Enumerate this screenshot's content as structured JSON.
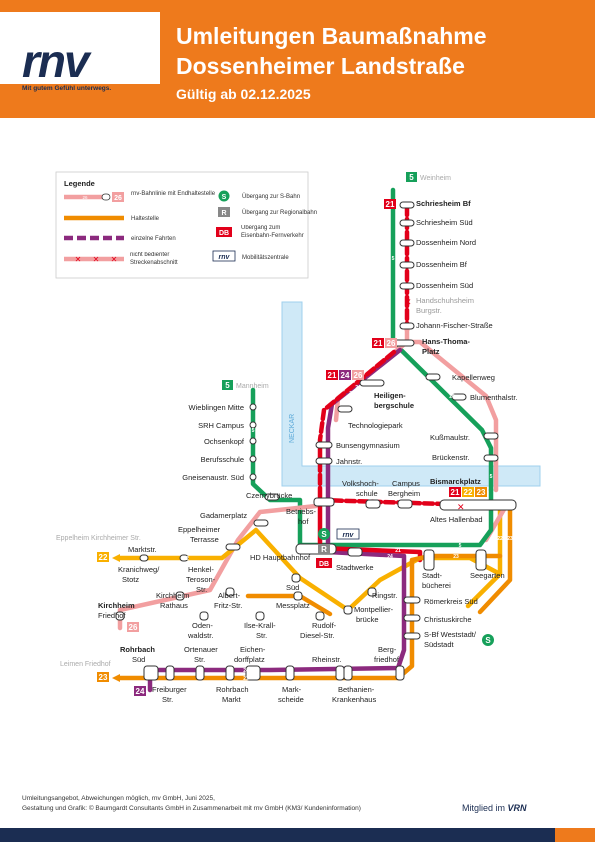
{
  "header": {
    "logo": "rnv",
    "slogan": "Mit gutem Gefühl unterwegs.",
    "title_line1": "Umleitungen Baumaßnahme",
    "title_line2": "Dossenheimer Landstraße",
    "valid": "Gültig ab 02.12.2025"
  },
  "colors": {
    "brand_orange": "#ee7a1c",
    "brand_navy": "#1b2d52",
    "line5": "#16a05a",
    "line21": "#e2001a",
    "line22": "#f9b000",
    "line23": "#f08c00",
    "line24": "#8c2a7e",
    "line26": "#f29fa0",
    "water": "#cfe9f7"
  },
  "legend": {
    "title": "Legende",
    "items": [
      {
        "text": "rnv-Bahnlinie mit Endhaltestelle",
        "line_num": "26",
        "badge": "26"
      },
      {
        "text": "Haltestelle"
      },
      {
        "text": "einzelne Fahrten"
      },
      {
        "text": "nicht bedienter Streckenabschnitt"
      }
    ],
    "right_items": [
      {
        "symbol": "S",
        "text": "Übergang zur S-Bahn"
      },
      {
        "symbol": "R",
        "text": "Übergang zur Regionalbahn"
      },
      {
        "symbol": "DB",
        "text": "Übergang zum Eisenbahn-Fernverkehr"
      },
      {
        "symbol": "rnv",
        "text": "Mobilitätszentrale"
      }
    ]
  },
  "river": {
    "name": "NECKAR"
  },
  "direction_labels": {
    "weinheim": "Weinheim",
    "mannheim": "Mannheim",
    "eppelheim": "Eppelheim Kirchheimer Str.",
    "leimen": "Leimen Friedhof"
  },
  "line_badges": {
    "b5_weinheim": "5",
    "b21_schriesheim": "21",
    "b21_hth": "21",
    "b26_hth": "26",
    "b21_heil": "21",
    "b24_heil": "24",
    "b26_heil": "26",
    "b5_mannheim": "5",
    "b21_bis": "21",
    "b22_bis": "22",
    "b23_bis": "23",
    "b22_eppel": "22",
    "b26_kirch": "26",
    "b23_leimen": "23",
    "b24_rohr": "24"
  },
  "line_labels": {
    "l5a": "5",
    "l5b": "5",
    "l5c": "5",
    "l5d": "5",
    "l21a": "21",
    "l24a": "24",
    "l26a": "26",
    "l22a": "22",
    "l23a": "23",
    "l24b": "24",
    "l21b": "21",
    "l22b": "22",
    "l23b": "23",
    "l24c": "24",
    "l23c": "23"
  },
  "stations": {
    "schriesheim_bf": "Schriesheim Bf",
    "schriesheim_sued": "Schriesheim Süd",
    "dossenheim_nord": "Dossenheim Nord",
    "dossenheim_bf": "Dossenheim Bf",
    "dossenheim_sued": "Dossenheim Süd",
    "handschuhsheim_1": "Handschuhsheim",
    "handschuhsheim_2": "Burgstr.",
    "johann_fischer": "Johann-Fischer-Straße",
    "hans_thoma_1": "Hans-Thoma-",
    "hans_thoma_2": "Platz",
    "kapellenweg": "Kapellenweg",
    "blumenthal": "Blumenthalstr.",
    "heiligenberg_1": "Heiligen-",
    "heiligenberg_2": "bergschule",
    "technologiepark": "Technologiepark",
    "bunsen": "Bunsengymnasium",
    "jahnstr": "Jahnstr.",
    "kussmaul": "Kußmaulstr.",
    "brueckenstr": "Brückenstr.",
    "wieblingen": "Wieblingen Mitte",
    "srh": "SRH Campus",
    "ochsenkopf": "Ochsenkopf",
    "berufsschule": "Berufsschule",
    "gneisenau": "Gneisenaustr. Süd",
    "czerny": "Czernybrücke",
    "volkshoch_1": "Volkshoch-",
    "volkshoch_2": "schule",
    "campus_1": "Campus",
    "campus_2": "Bergheim",
    "bismarck": "Bismarckplatz",
    "altes_hallenbad": "Altes Hallenbad",
    "betriebshof_1": "Betriebs-",
    "betriebshof_2": "hof",
    "gadamer": "Gadamerplatz",
    "eppelheimer_1": "Eppelheimer",
    "eppelheimer_2": "Terrasse",
    "hd_hbf": "HD Hauptbahnhof",
    "stadtwerke": "Stadtwerke",
    "marktstr": "Marktstr.",
    "kranichweg_1": "Kranichweg/",
    "kranichweg_2": "Stotz",
    "henkel_1": "Henkel-",
    "henkel_2": "Teroson-",
    "henkel_3": "Str.",
    "sued": "Süd",
    "ringstr": "Ringstr.",
    "montpellier_1": "Montpellier-",
    "montpellier_2": "brücke",
    "stadtbuecherei_1": "Stadt-",
    "stadtbuecherei_2": "bücherei",
    "seegarten": "Seegarten",
    "kirchheim_rathaus_1": "Kirchheim",
    "kirchheim_rathaus_2": "Rathaus",
    "albert_fritz_1": "Albert-",
    "albert_fritz_2": "Fritz-Str.",
    "messplatz": "Messplatz",
    "kirchheim_friedhof_1": "Kirchheim",
    "kirchheim_friedhof_2": "Friedhof",
    "odenwald_1": "Oden-",
    "odenwald_2": "waldstr.",
    "ilse_krall_1": "Ilse-Krall-",
    "ilse_krall_2": "Str.",
    "rudolf_diesel_1": "Rudolf-",
    "rudolf_diesel_2": "Diesel-Str.",
    "roemerkreis": "Römerkreis Süd",
    "christuskirche": "Christuskirche",
    "weststadt_1": "S-Bf Weststadt/",
    "weststadt_2": "Südstadt",
    "rohrbach_sued_1": "Rohrbach",
    "rohrbach_sued_2": "Süd",
    "ortenauer_1": "Ortenauer",
    "ortenauer_2": "Str.",
    "eichendorff_1": "Eichen-",
    "eichendorff_2": "dorffplatz",
    "rheinstr": "Rheinstr.",
    "bergfriedhof_1": "Berg-",
    "bergfriedhof_2": "friedhof",
    "freiburger_1": "Freiburger",
    "freiburger_2": "Str.",
    "rohrbach_markt_1": "Rohrbach",
    "rohrbach_markt_2": "Markt",
    "markscheide_1": "Mark-",
    "markscheide_2": "scheide",
    "bethanien_1": "Bethanien-",
    "bethanien_2": "Krankenhaus"
  },
  "symbols": {
    "s_bahn": "S",
    "regional": "R",
    "db": "DB",
    "rnv_small": "rnv"
  },
  "footer": {
    "line1": "Umleitungsangebot, Abweichungen möglich, rnv GmbH, Juni 2025,",
    "line2": "Gestaltung und Grafik: © Baumgardt Consultants GmbH in Zusammenarbeit mit rnv GmbH (KM3/ Kundeninformation)",
    "vrn_prefix": "Mitglied im",
    "vrn_name": "VRN"
  }
}
